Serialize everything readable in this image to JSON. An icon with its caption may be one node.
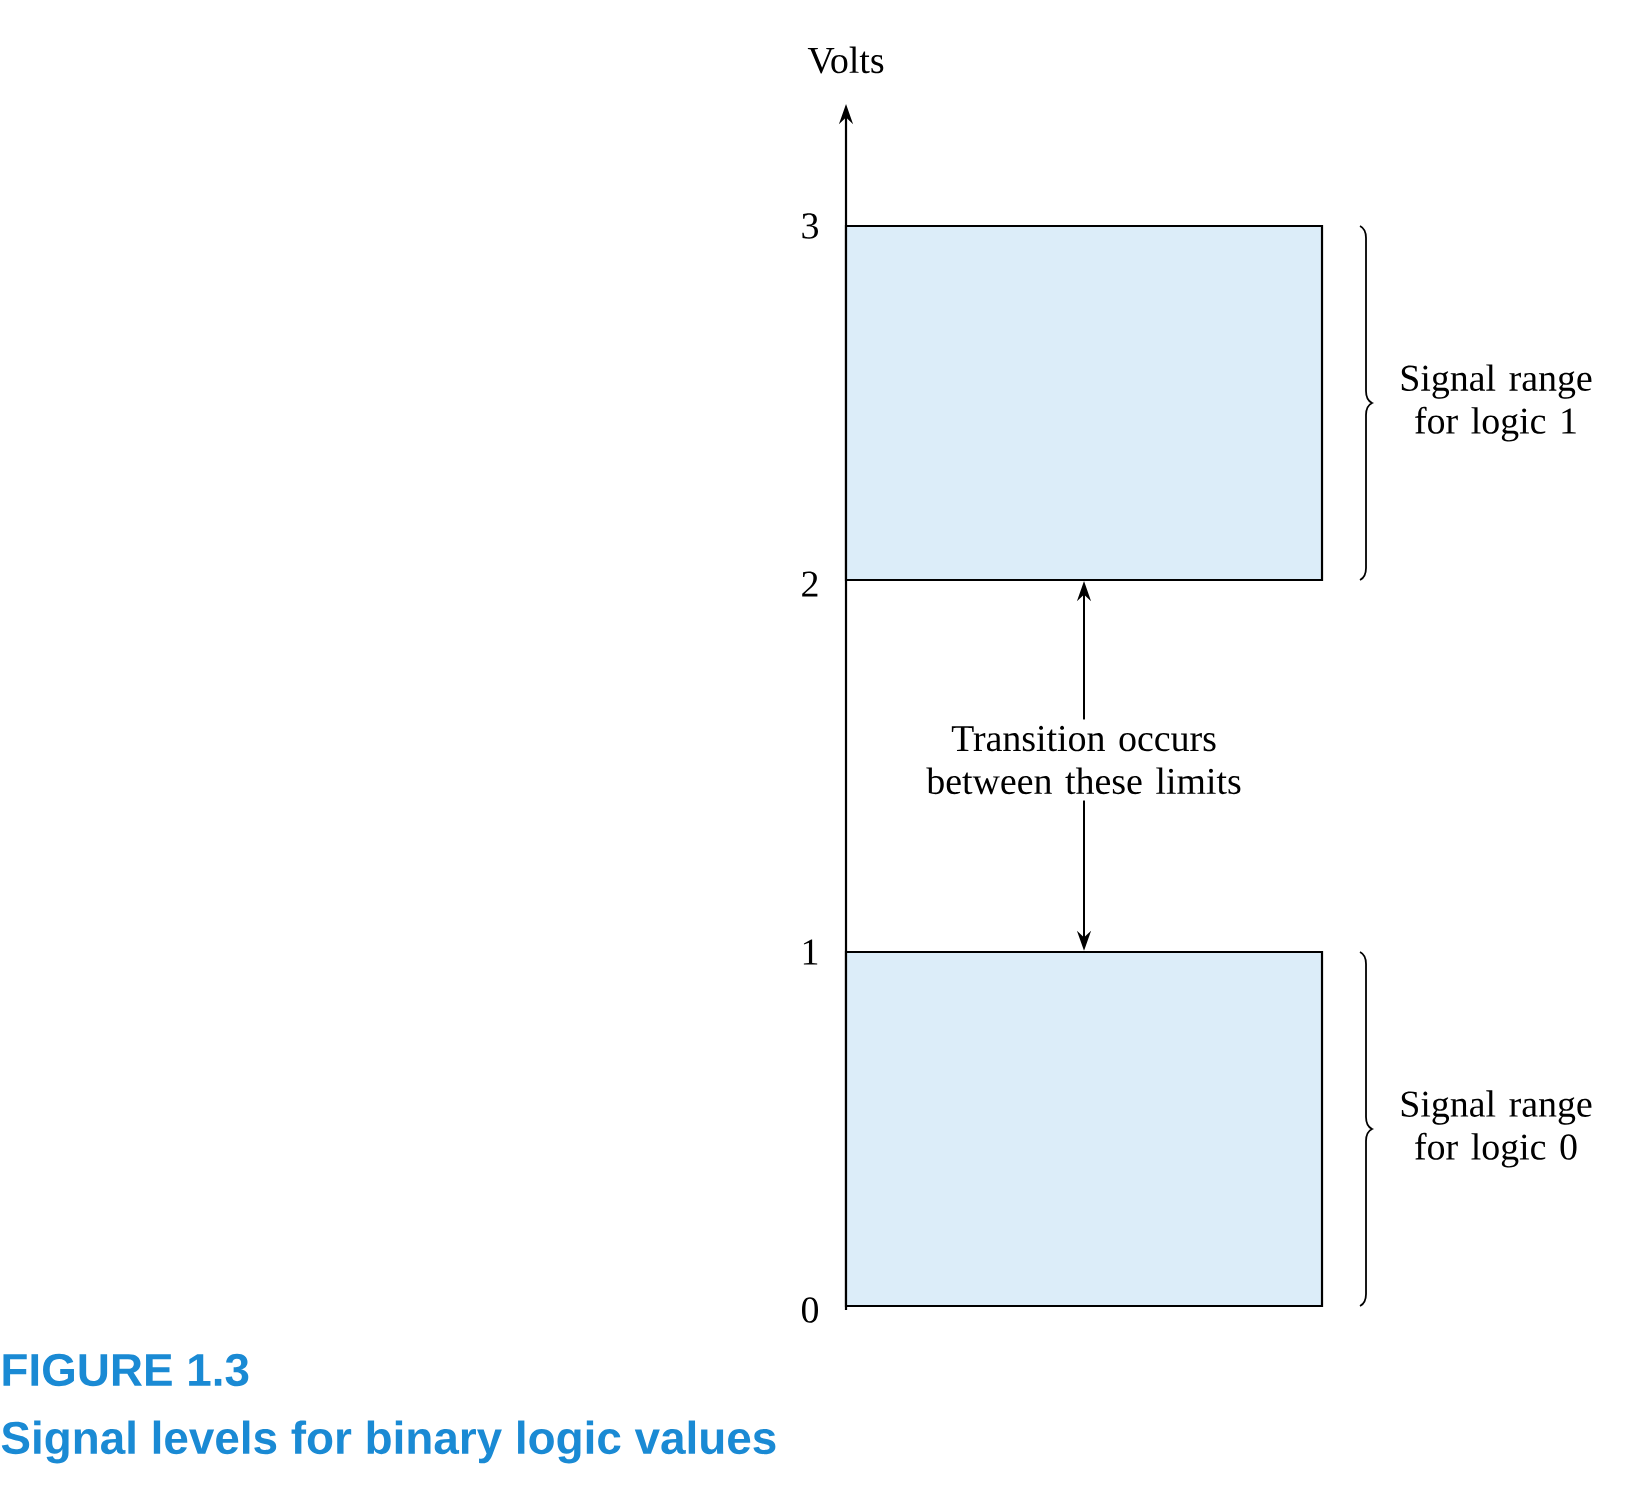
{
  "diagram": {
    "title": "FIGURE 1.3",
    "caption": "Signal levels for binary logic values",
    "nodes": [
      {
        "text": [],
        "shape": "box",
        "beside": [
          "Signal range for logic 1"
        ]
      },
      {
        "text": [],
        "shape": "box",
        "beside": [
          "Signal range for logic 0"
        ]
      },
      {
        "text": [
          "Transition occurs between these limits"
        ]
      }
    ],
    "edges": [
      {
        "from": 2,
        "to": 0,
        "arrow": "to"
      },
      {
        "from": 2,
        "to": 1,
        "arrow": "to"
      }
    ],
    "labels": [
      "Volts",
      "3",
      "2",
      "1",
      "0"
    ]
  }
}
